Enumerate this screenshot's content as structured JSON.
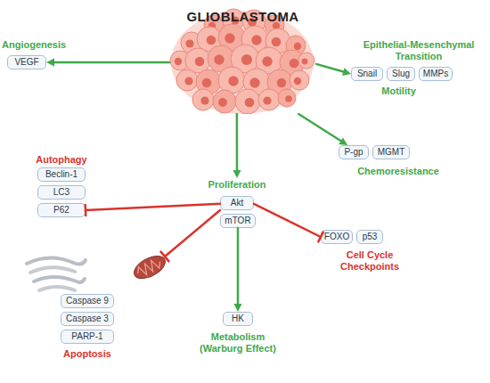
{
  "diagram": {
    "nodes": [
      {
        "text": [
          "GLIOBLASTOMA"
        ]
      },
      {
        "text": [
          "VEGF"
        ]
      },
      {
        "text": [
          "Snail"
        ]
      },
      {
        "text": [
          "Slug"
        ]
      },
      {
        "text": [
          "MMPs"
        ]
      },
      {
        "text": [
          "P-gp"
        ]
      },
      {
        "text": [
          "MGMT"
        ]
      },
      {
        "text": [
          "Beclin-1"
        ]
      },
      {
        "text": [
          "LC3"
        ]
      },
      {
        "text": [
          "P62"
        ]
      },
      {
        "text": [
          "Proliferation",
          "Akt"
        ]
      },
      {
        "text": [
          "mTOR"
        ]
      },
      {
        "text": [
          "FOXO"
        ]
      },
      {
        "text": [
          "p53"
        ]
      },
      {
        "text": [
          "Caspase 9"
        ]
      },
      {
        "text": [
          "Caspase 3"
        ]
      },
      {
        "text": [
          "PARP-1"
        ]
      },
      {
        "text": [
          "HK"
        ]
      }
    ],
    "edges": [
      {
        "from": 0,
        "to": 1,
        "arrow": "to"
      },
      {
        "from": 0,
        "to": 2,
        "arrow": "to"
      },
      {
        "from": 0,
        "to": 5,
        "arrow": "to"
      },
      {
        "from": 0,
        "to": 10,
        "arrow": "to"
      },
      {
        "from": 10,
        "to": 9,
        "arrow": "to"
      },
      {
        "from": 10,
        "to": 12,
        "arrow": "to"
      },
      {
        "from": 11,
        "to": 17,
        "arrow": "to"
      }
    ],
    "labels": [
      "Angiogenesis",
      "Epithelial-Mesenchymal Transition",
      "Motility",
      "Chemoresistance",
      "Autophagy",
      "Cell Cycle Checkpoints",
      "Apoptosis",
      "Metabolism (Warburg Effect)"
    ]
  }
}
